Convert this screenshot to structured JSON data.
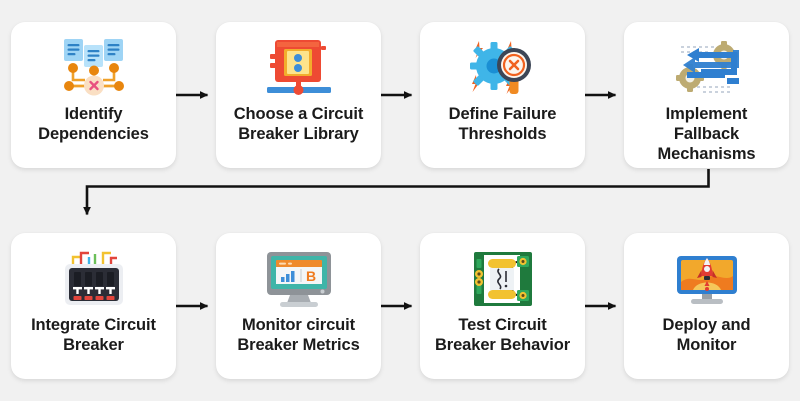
{
  "diagram": {
    "title": "Circuit Breaker Implementation Flowchart",
    "background_color": "#f1f1f1",
    "card_color": "#ffffff",
    "arrow_color": "#1a1a1a",
    "text_color": "#1b1b1b",
    "layout": "2 rows x 4 columns, left-to-right serpentine"
  },
  "steps": [
    {
      "index": 1,
      "label": "Identify\nDependencies",
      "icon": "dependency-graph-icon",
      "icon_desc": "three light-blue document cards above an orange node-and-link dependency tree with a pink circle containing an X"
    },
    {
      "index": 2,
      "label": "Choose a Circuit\nBreaker Library",
      "icon": "circuit-chip-module-icon",
      "icon_desc": "red-orange chip module with yellow inner panel and two blue dots, mounted on a blue rail with a red connector dot"
    },
    {
      "index": 3,
      "label": "Define Failure\nThresholds",
      "icon": "gear-magnifier-error-icon",
      "icon_desc": "blue gear with orange lightning bolts beside a magnifying glass showing an orange X error mark"
    },
    {
      "index": 4,
      "label": "Implement\nFallback\nMechanisms",
      "icon": "fallback-gears-arrows-icon",
      "icon_desc": "blue serpentine rerouting arrows overlapping two khaki gears"
    },
    {
      "index": 5,
      "label": "Integrate Circuit\nBreaker",
      "icon": "breaker-panel-icon",
      "icon_desc": "dark electrical breaker panel with four white T-shaped switches, red status squares, and colored wires on top"
    },
    {
      "index": 6,
      "label": "Monitor circuit\nBreaker Metrics",
      "icon": "monitor-metrics-icon",
      "icon_desc": "grey desktop monitor displaying a teal dashboard with orange title bar, blue bar chart and an orange B symbol"
    },
    {
      "index": 7,
      "label": "Test Circuit\nBreaker Behavior",
      "icon": "circuit-board-fuse-icon",
      "icon_desc": "green circuit board with yellow terminals and a white window showing a squiggly fuse trace"
    },
    {
      "index": 8,
      "label": "Deploy and\nMonitor",
      "icon": "rocket-launch-monitor-icon",
      "icon_desc": "blue monitor with an orange screen and a red rocket launching upward"
    }
  ],
  "connectors": [
    {
      "name": "arrow-step1-to-step2",
      "type": "straight-right"
    },
    {
      "name": "arrow-step2-to-step3",
      "type": "straight-right"
    },
    {
      "name": "arrow-step3-to-step4",
      "type": "straight-right"
    },
    {
      "name": "arrow-step4-to-step5",
      "type": "wrap-down-left"
    },
    {
      "name": "arrow-step5-to-step6",
      "type": "straight-right"
    },
    {
      "name": "arrow-step6-to-step7",
      "type": "straight-right"
    },
    {
      "name": "arrow-step7-to-step8",
      "type": "straight-right"
    }
  ]
}
